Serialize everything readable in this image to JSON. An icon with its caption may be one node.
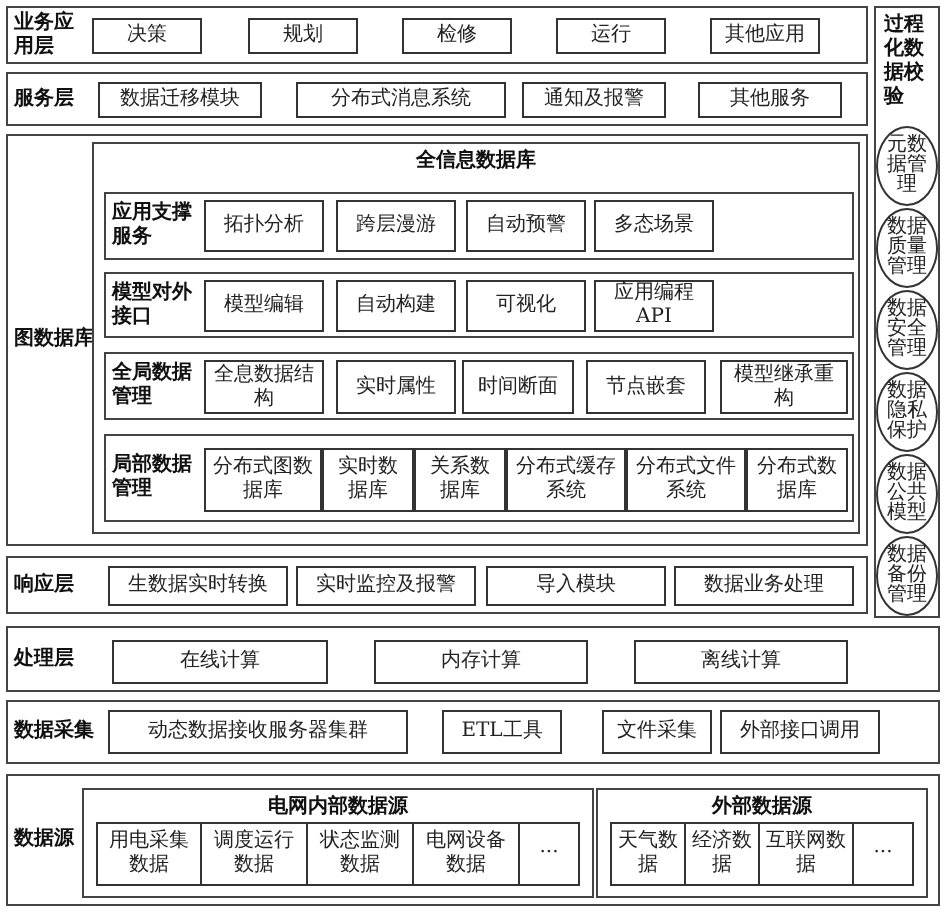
{
  "diagram": {
    "nodes": [
      {
        "text": [
          "业务应用层"
        ]
      },
      {
        "text": [
          "决策"
        ],
        "in": 0
      },
      {
        "text": [
          "规划"
        ],
        "in": 0
      },
      {
        "text": [
          "检修"
        ],
        "in": 0
      },
      {
        "text": [
          "运行"
        ],
        "in": 0
      },
      {
        "text": [
          "其他应用"
        ],
        "in": 0
      },
      {
        "text": [
          "服务层"
        ]
      },
      {
        "text": [
          "数据迁移模块"
        ],
        "in": 6
      },
      {
        "text": [
          "分布式消息系统"
        ],
        "in": 6
      },
      {
        "text": [
          "通知及报警"
        ],
        "in": 6
      },
      {
        "text": [
          "其他服务"
        ],
        "in": 6
      },
      {
        "text": [
          "图数据库"
        ]
      },
      {
        "text": [
          "全信息数据库"
        ],
        "in": 11
      },
      {
        "text": [
          "应用支撑服务"
        ],
        "in": 12
      },
      {
        "text": [
          "拓扑分析"
        ],
        "in": 13
      },
      {
        "text": [
          "跨层漫游"
        ],
        "in": 13
      },
      {
        "text": [
          "自动预警"
        ],
        "in": 13
      },
      {
        "text": [
          "多态场景"
        ],
        "in": 13
      },
      {
        "text": [
          "模型对外接口"
        ],
        "in": 12
      },
      {
        "text": [
          "模型编辑"
        ],
        "in": 18
      },
      {
        "text": [
          "自动构建"
        ],
        "in": 18
      },
      {
        "text": [
          "可视化"
        ],
        "in": 18
      },
      {
        "text": [
          "应用编程API"
        ],
        "in": 18
      },
      {
        "text": [
          "全局数据管理"
        ],
        "in": 12
      },
      {
        "text": [
          "全息数据结构"
        ],
        "in": 23
      },
      {
        "text": [
          "实时属性"
        ],
        "in": 23
      },
      {
        "text": [
          "时间断面"
        ],
        "in": 23
      },
      {
        "text": [
          "节点嵌套"
        ],
        "in": 23
      },
      {
        "text": [
          "模型继承重构"
        ],
        "in": 23
      },
      {
        "text": [
          "局部数据管理"
        ],
        "in": 12
      },
      {
        "text": [
          "分布式图数据库"
        ],
        "in": 29
      },
      {
        "text": [
          "实时数据库"
        ],
        "in": 29
      },
      {
        "text": [
          "关系数据库"
        ],
        "in": 29
      },
      {
        "text": [
          "分布式缓存系统"
        ],
        "in": 29
      },
      {
        "text": [
          "分布式文件系统"
        ],
        "in": 29
      },
      {
        "text": [
          "分布式数据库"
        ],
        "in": 29
      },
      {
        "text": [
          "响应层"
        ]
      },
      {
        "text": [
          "生数据实时转换"
        ],
        "in": 36
      },
      {
        "text": [
          "实时监控及报警"
        ],
        "in": 36
      },
      {
        "text": [
          "导入模块"
        ],
        "in": 36
      },
      {
        "text": [
          "数据业务处理"
        ],
        "in": 36
      },
      {
        "text": [
          "处理层"
        ]
      },
      {
        "text": [
          "在线计算"
        ],
        "in": 41
      },
      {
        "text": [
          "内存计算"
        ],
        "in": 41
      },
      {
        "text": [
          "离线计算"
        ],
        "in": 41
      },
      {
        "text": [
          "数据采集"
        ]
      },
      {
        "text": [
          "动态数据接收服务器集群"
        ],
        "in": 45
      },
      {
        "text": [
          "ETL工具"
        ],
        "in": 45
      },
      {
        "text": [
          "文件采集"
        ],
        "in": 45
      },
      {
        "text": [
          "外部接口调用"
        ],
        "in": 45
      },
      {
        "text": [
          "数据源"
        ]
      },
      {
        "text": [
          "电网内部数据源"
        ],
        "in": 50
      },
      {
        "text": [
          "用电采集数据"
        ],
        "in": 51
      },
      {
        "text": [
          "调度运行数据"
        ],
        "in": 51
      },
      {
        "text": [
          "状态监测数据"
        ],
        "in": 51
      },
      {
        "text": [
          "电网设备数据"
        ],
        "in": 51
      },
      {
        "text": [
          "···"
        ],
        "in": 51
      },
      {
        "text": [
          "外部数据源"
        ],
        "in": 50
      },
      {
        "text": [
          "天气数据"
        ],
        "in": 57
      },
      {
        "text": [
          "经济数据"
        ],
        "in": 57
      },
      {
        "text": [
          "互联网数据"
        ],
        "in": 57
      },
      {
        "text": [
          "···"
        ],
        "in": 57
      },
      {
        "text": [
          "过程化数据校验"
        ]
      },
      {
        "text": [
          "元数据管理"
        ],
        "in": 62
      },
      {
        "text": [
          "数据质量管理"
        ],
        "in": 62
      },
      {
        "text": [
          "数据安全管理"
        ],
        "in": 62
      },
      {
        "text": [
          "数据隐私保护"
        ],
        "in": 62
      },
      {
        "text": [
          "数据公共模型"
        ],
        "in": 62
      },
      {
        "text": [
          "数据备份管理"
        ],
        "in": 62
      }
    ]
  }
}
